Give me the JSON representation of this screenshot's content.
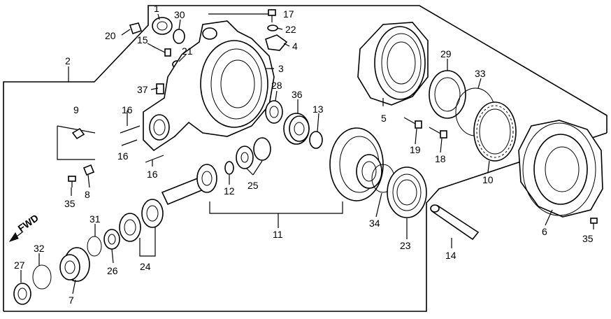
{
  "diagram": {
    "fwd_label": "FWD",
    "callouts": {
      "c1": "1",
      "c2": "2",
      "c3": "3",
      "c4": "4",
      "c5": "5",
      "c6": "6",
      "c7": "7",
      "c8": "8",
      "c9": "9",
      "c10": "10",
      "c11": "11",
      "c12": "12",
      "c13": "13",
      "c14": "14",
      "c15": "15",
      "c16a": "16",
      "c16b": "16",
      "c16c": "16",
      "c17": "17",
      "c18": "18",
      "c19": "19",
      "c20": "20",
      "c21": "21",
      "c22": "22",
      "c23": "23",
      "c24": "24",
      "c25": "25",
      "c26": "26",
      "c27": "27",
      "c28": "28",
      "c29": "29",
      "c30": "30",
      "c31": "31",
      "c32": "32",
      "c33": "33",
      "c35a": "35",
      "c35b": "35",
      "c36": "36",
      "c37": "37",
      "c34": "34"
    }
  }
}
